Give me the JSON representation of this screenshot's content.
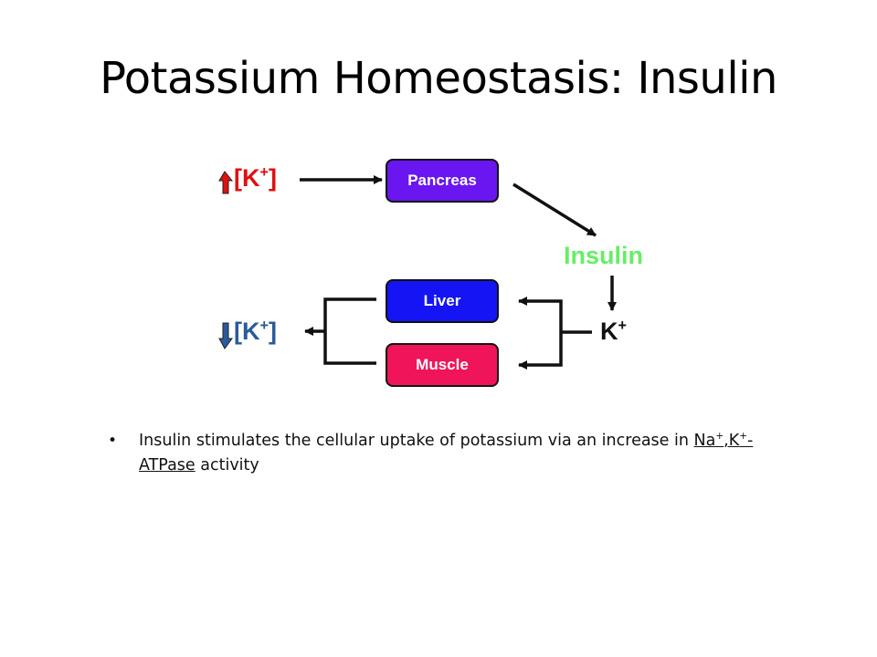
{
  "title": "Potassium Homeostasis: Insulin",
  "diagram": {
    "k_label_open": "[K",
    "k_label_close": "]",
    "k_ion": "K",
    "plus": "+",
    "insulin": "Insulin",
    "nodes": {
      "pancreas": "Pancreas",
      "liver": "Liver",
      "muscle": "Muscle"
    },
    "colors": {
      "pancreas": "#6a16f0",
      "liver": "#1414f5",
      "muscle": "#f0145a",
      "insulin": "#66ee66",
      "k_up": "#e01010",
      "k_down": "#2a5a9a"
    }
  },
  "bullet": {
    "text_before": "Insulin stimulates the cellular uptake of potassium via an increase in ",
    "na": "Na",
    "comma_k": ",K",
    "plus": "+",
    "dash": "-",
    "atpase": "ATPase",
    "text_after": " activity"
  }
}
